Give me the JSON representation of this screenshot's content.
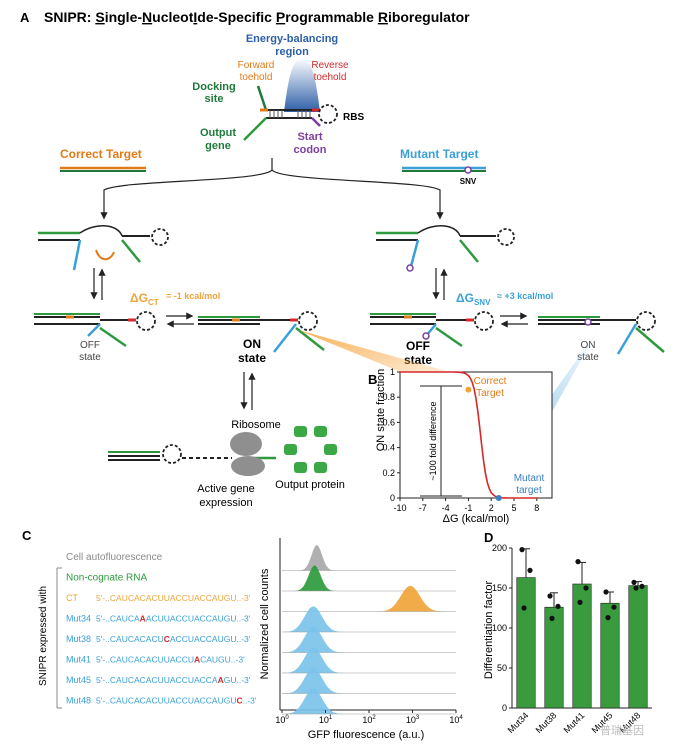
{
  "panel_a": {
    "letter": "A",
    "title_parts": [
      {
        "t": "SNIPR: ",
        "u": false
      },
      {
        "t": "S",
        "u": true
      },
      {
        "t": "ingle-",
        "u": false
      },
      {
        "t": "N",
        "u": true
      },
      {
        "t": "ucleot",
        "u": false
      },
      {
        "t": "I",
        "u": true
      },
      {
        "t": "de-Specific ",
        "u": false
      },
      {
        "t": "P",
        "u": true
      },
      {
        "t": "rogrammable ",
        "u": false
      },
      {
        "t": "R",
        "u": true
      },
      {
        "t": "iboregulator",
        "u": false
      }
    ],
    "energy_region_1": "Energy-balancing",
    "energy_region_2": "region",
    "forward_1": "Forward",
    "forward_2": "toehold",
    "reverse_1": "Reverse",
    "reverse_2": "toehold",
    "docking_1": "Docking",
    "docking_2": "site",
    "rbs": "RBS",
    "output_1": "Output",
    "output_2": "gene",
    "start_1": "Start",
    "start_2": "codon",
    "correct_target": "Correct Target",
    "mutant_target": "Mutant Target",
    "snv": "SNV",
    "dg_ct_label": "ΔG",
    "dg_ct_sub": "CT",
    "dg_ct_value": " = -1 kcal/mol",
    "dg_snv_label": "ΔG",
    "dg_snv_sub": "SNV",
    "dg_snv_value": " ≈ +3 kcal/mol",
    "off_1": "OFF",
    "off_2": "state",
    "on_1": "ON",
    "on_2": "state",
    "ribosome": "Ribosome",
    "active_1": "Active gene",
    "active_2": "expression",
    "output_protein": "Output protein"
  },
  "panel_b": {
    "letter": "B",
    "ylabel": "ON state fraction",
    "xlabel": "ΔG (kcal/mol)",
    "xticks": [
      "-10",
      "-7",
      "-4",
      "-1",
      "2",
      "5",
      "8"
    ],
    "yticks": [
      "0",
      "0.2",
      "0.4",
      "0.6",
      "0.8",
      "1"
    ],
    "fold_label": "~100 fold difference",
    "correct_1": "Correct",
    "correct_2": "Target",
    "mutant_1": "Mutant",
    "mutant_2": "target"
  },
  "panel_c": {
    "letter": "C",
    "side_label": "SNIPR expressed with",
    "ylabel_1": "Normalized cell counts",
    "xlabel": "GFP fluorescence (a.u.)",
    "xticks": [
      {
        "base": "10",
        "exp": "0"
      },
      {
        "base": "10",
        "exp": "1"
      },
      {
        "base": "10",
        "exp": "2"
      },
      {
        "base": "10",
        "exp": "3"
      },
      {
        "base": "10",
        "exp": "4"
      }
    ],
    "rows": [
      {
        "name": "Cell autofluorescence",
        "seq": "",
        "color": "#8a8a8a"
      },
      {
        "name": "Non-cognate RNA",
        "seq": "",
        "color": "#2e9a3e"
      },
      {
        "name": "CT",
        "seq_pre": "5'-..CAUCACACUUACCUACCAUGU..-3'",
        "mut_index": -1,
        "color": "#f0a43a"
      },
      {
        "name": "Mut34",
        "seq_pre": "5'-..CAUCA",
        "seq_mut": "A",
        "seq_post": "ACUUACCUACCAUGU..-3'",
        "color": "#3aa0d8"
      },
      {
        "name": "Mut38",
        "seq_pre": "5'-..CAUCACACU",
        "seq_mut": "C",
        "seq_post": "ACCUACCAUGU..-3'",
        "color": "#3aa0d8"
      },
      {
        "name": "Mut41",
        "seq_pre": "5'-..CAUCACACUUACCU",
        "seq_mut": "A",
        "seq_post": "CAUGU..-3'",
        "color": "#3aa0d8"
      },
      {
        "name": "Mut45",
        "seq_pre": "5'-..CAUCACACUUACCUACCA",
        "seq_mut": "A",
        "seq_post": "GU..-3'",
        "color": "#3aa0d8"
      },
      {
        "name": "Mut48",
        "seq_pre": "5'-..CAUCACACUUACCUACCAUGU",
        "seq_mut": "C",
        "seq_post": "..-3'",
        "color": "#3aa0d8"
      }
    ],
    "histograms": [
      {
        "peak_log": 0.8,
        "width": 0.12,
        "color": "#a9a9a9"
      },
      {
        "peak_log": 0.75,
        "width": 0.14,
        "color": "#2e9a3e"
      },
      {
        "peak_log": 2.95,
        "width": 0.22,
        "color": "#f0a43a"
      },
      {
        "peak_log": 0.72,
        "width": 0.2,
        "color": "#7cc3ea"
      },
      {
        "peak_log": 0.72,
        "width": 0.2,
        "color": "#7cc3ea"
      },
      {
        "peak_log": 0.72,
        "width": 0.2,
        "color": "#7cc3ea"
      },
      {
        "peak_log": 0.72,
        "width": 0.2,
        "color": "#7cc3ea"
      },
      {
        "peak_log": 0.72,
        "width": 0.2,
        "color": "#7cc3ea"
      }
    ]
  },
  "chart_data": {
    "type": "bar",
    "title": "",
    "xlabel": "",
    "ylabel": "Differentiation factor",
    "ylim": [
      0,
      200
    ],
    "yticks": [
      0,
      50,
      100,
      150,
      200
    ],
    "categories": [
      "Mut34",
      "Mut38",
      "Mut41",
      "Mut45",
      "Mut48"
    ],
    "values": [
      163,
      126,
      155,
      131,
      153
    ],
    "errors": [
      36,
      18,
      27,
      14,
      5
    ],
    "points": [
      [
        198,
        172,
        125
      ],
      [
        140,
        127,
        112
      ],
      [
        183,
        150,
        132
      ],
      [
        145,
        126,
        113
      ],
      [
        157,
        152,
        150
      ]
    ],
    "bar_color": "#3a9a3e",
    "letter": "D"
  },
  "watermark": "普瑞基因"
}
